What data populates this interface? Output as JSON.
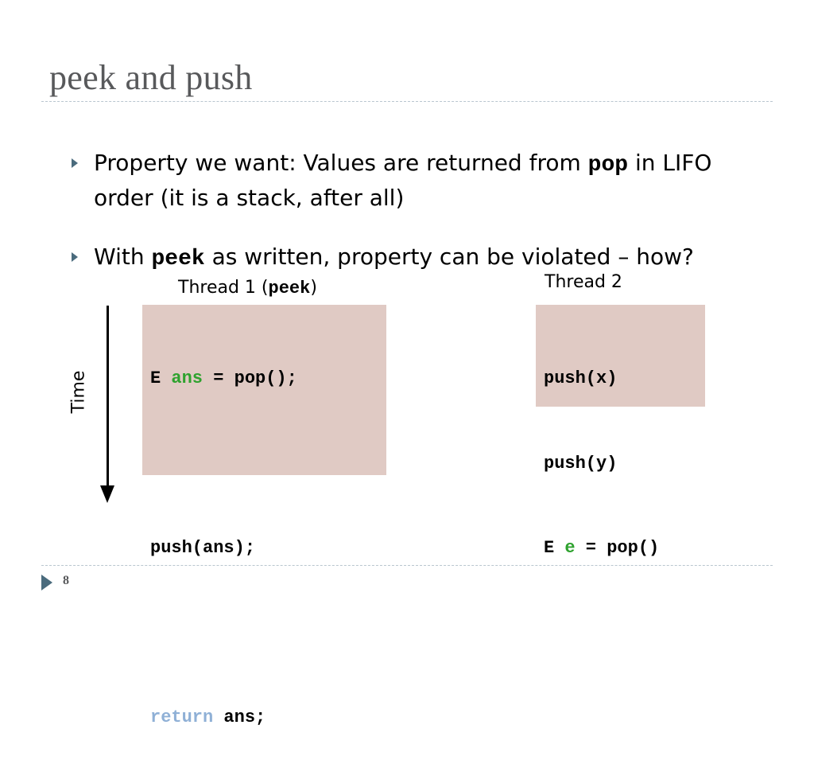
{
  "slide": {
    "title": "peek and push",
    "page_number": "8"
  },
  "bullets": [
    {
      "line1_pre": "Property we want: Values are returned from ",
      "line1_code": "pop",
      "line1_post": " in LIFO",
      "line2": "order (it is a stack, after all)"
    },
    {
      "pre": "With ",
      "code": "peek",
      "post": " as written, property can be violated – how?"
    }
  ],
  "thread1": {
    "label_pre": "Thread 1 (",
    "label_code": "peek",
    "label_post": ")",
    "code": {
      "line1_type": "E ",
      "line1_var": "ans",
      "line1_rest": " = pop();",
      "line2": "push(ans);",
      "line3_kw": "return",
      "line3_rest": " ans;"
    }
  },
  "thread2": {
    "label": "Thread 2",
    "code": {
      "line1": "push(x)",
      "line2": "push(y)",
      "line3_type": "E ",
      "line3_var": "e",
      "line3_rest": " = pop()"
    }
  },
  "timeline": {
    "label": "Time"
  },
  "colors": {
    "title": "#58595b",
    "code_bg": "#e0cac4",
    "variable_green": "#2ea22e",
    "keyword_blue": "#8fb0d6",
    "bullet_arrow": "#4a6b7d"
  },
  "icons": {
    "bullet": "triangle-right-icon",
    "footer": "triangle-right-icon",
    "time_arrow": "arrow-down-icon"
  }
}
